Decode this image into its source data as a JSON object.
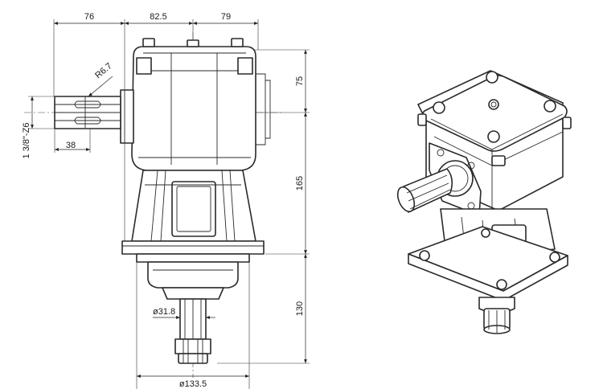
{
  "dimensions": {
    "top_left": "76",
    "top_mid": "82.5",
    "top_right": "79",
    "radius": "R6.7",
    "right_upper": "75",
    "right_mid": "165",
    "right_lower": "130",
    "spline": "1 3/8\"-Z6",
    "shaft_len": "38",
    "out_dia": "ø31.8",
    "flange_dia": "ø133.5"
  }
}
